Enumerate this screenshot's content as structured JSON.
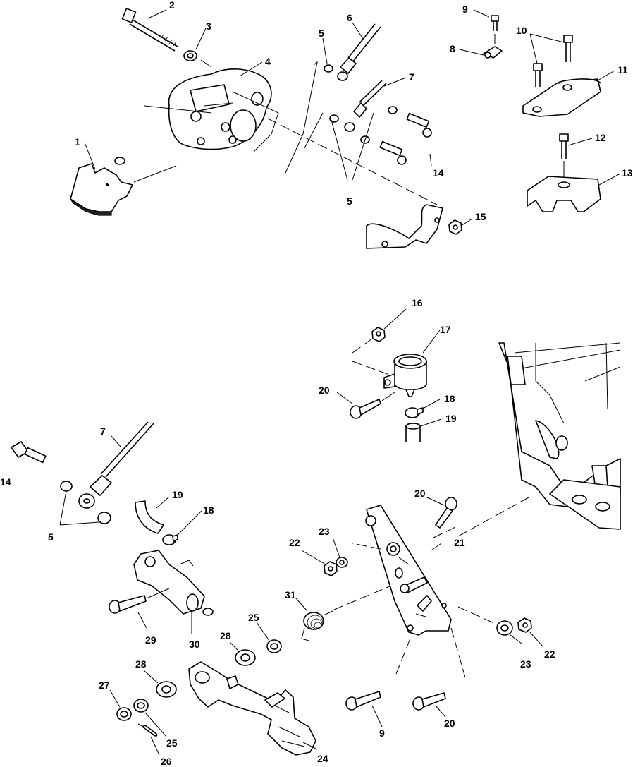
{
  "callouts": [
    {
      "id": "c1",
      "text": "1"
    },
    {
      "id": "c2",
      "text": "2"
    },
    {
      "id": "c3",
      "text": "3"
    },
    {
      "id": "c4",
      "text": "4"
    },
    {
      "id": "c5a",
      "text": "5"
    },
    {
      "id": "c6",
      "text": "6"
    },
    {
      "id": "c7a",
      "text": "7"
    },
    {
      "id": "c8",
      "text": "8"
    },
    {
      "id": "c9a",
      "text": "9"
    },
    {
      "id": "c10",
      "text": "10"
    },
    {
      "id": "c11",
      "text": "11"
    },
    {
      "id": "c12",
      "text": "12"
    },
    {
      "id": "c13",
      "text": "13"
    },
    {
      "id": "c14a",
      "text": "14"
    },
    {
      "id": "c5b",
      "text": "5"
    },
    {
      "id": "c15",
      "text": "15"
    },
    {
      "id": "c16",
      "text": "16"
    },
    {
      "id": "c17",
      "text": "17"
    },
    {
      "id": "c20a",
      "text": "20"
    },
    {
      "id": "c18a",
      "text": "18"
    },
    {
      "id": "c19a",
      "text": "19"
    },
    {
      "id": "c7b",
      "text": "7"
    },
    {
      "id": "c14b",
      "text": "14"
    },
    {
      "id": "c5c",
      "text": "5"
    },
    {
      "id": "c19b",
      "text": "19"
    },
    {
      "id": "c18b",
      "text": "18"
    },
    {
      "id": "c20b",
      "text": "20"
    },
    {
      "id": "c21",
      "text": "21"
    },
    {
      "id": "c22a",
      "text": "22"
    },
    {
      "id": "c23a",
      "text": "23"
    },
    {
      "id": "c31",
      "text": "31"
    },
    {
      "id": "c29",
      "text": "29"
    },
    {
      "id": "c30",
      "text": "30"
    },
    {
      "id": "c28a",
      "text": "28"
    },
    {
      "id": "c25a",
      "text": "25"
    },
    {
      "id": "c23b",
      "text": "23"
    },
    {
      "id": "c22b",
      "text": "22"
    },
    {
      "id": "c28b",
      "text": "28"
    },
    {
      "id": "c27",
      "text": "27"
    },
    {
      "id": "c25b",
      "text": "25"
    },
    {
      "id": "c26",
      "text": "26"
    },
    {
      "id": "c24",
      "text": "24"
    },
    {
      "id": "c9b",
      "text": "9"
    },
    {
      "id": "c20c",
      "text": "20"
    }
  ]
}
